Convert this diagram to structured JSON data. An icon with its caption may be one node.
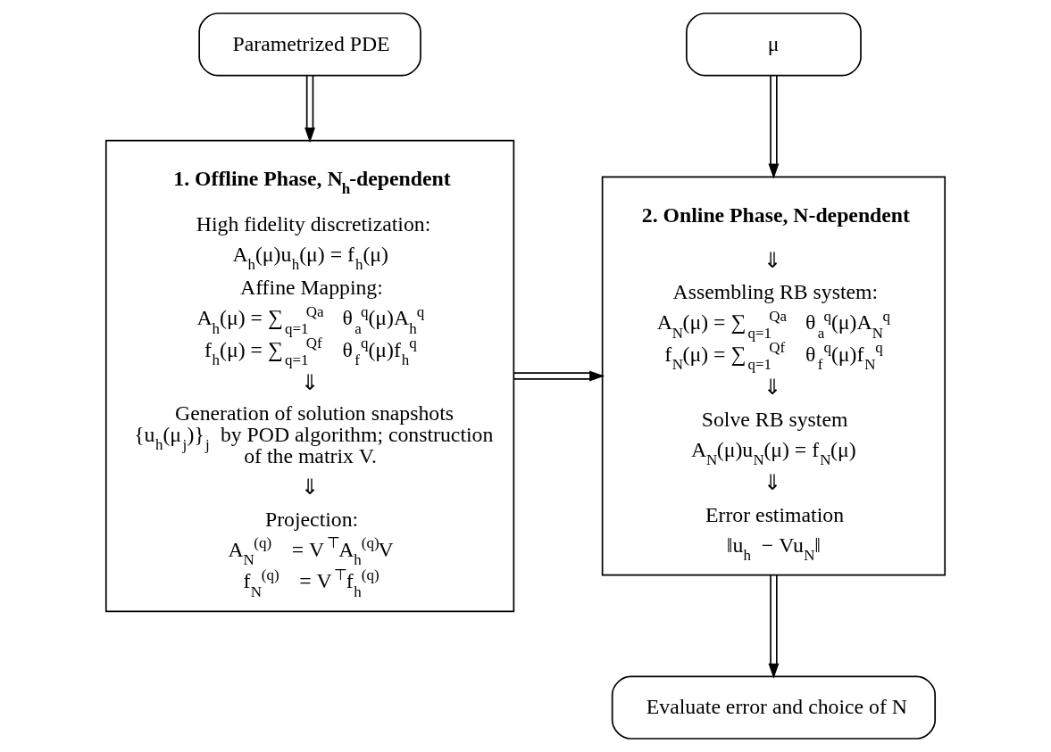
{
  "diagram": {
    "nodes": [
      {
        "text": [
          "Parametrized PDE"
        ]
      },
      {
        "text": [
          "μ"
        ]
      },
      {
        "text": [
          "1. Offline Phase, N$_{h}$-dependent",
          "High fidelity discretization:",
          "A$_{h}$(μ)u$_{h}$(μ) = f$_{h}$(μ)",
          "Affine Mapping:",
          "A$_{h}$(μ) = ∑$_{q=1}$$^{Qa}$ θ$_{a}$$^{q}$(μ)A$_{h}$$^{q}$",
          "f$_{h}$(μ) = ∑$_{q=1}$$^{Qf}$ θ$_{f}$$^{q}$(μ)f$_{h}$$^{q}$",
          "⇓",
          "Generation of solution snapshots {u$_{h}$(μ$_{j}$)}$_{j}$ by POD algorithm; construction of the matrix V.",
          "⇓",
          "Projection:",
          "A$_{N}$$^{(q)}$ = V$^{⊤}$A$_{h}$$^{(q)}$V",
          "f$_{N}$$^{(q)}$ = V$^{⊤}$f$_{h}$$^{(q)}$"
        ]
      },
      {
        "text": [
          "2. Online Phase, N-dependent",
          "⇓",
          "Assembling RB system:",
          "A$_{N}$(μ) = ∑$_{q=1}$$^{Qa}$ θ$_{a}$$^{q}$(μ)A$_{N}$$^{q}$",
          "f$_{N}$(μ) = ∑$_{q=1}$$^{Qf}$ θ$_{f}$$^{q}$(μ)f$_{N}$$^{q}$",
          "⇓",
          "Solve RB system",
          "A$_{N}$(μ)u$_{N}$(μ) = f$_{N}$(μ)",
          "⇓",
          "Error estimation",
          "‖u$_{h}$ − Vu$_{N}$‖"
        ]
      },
      {
        "text": [
          "Evaluate error and choice of N"
        ]
      }
    ],
    "edges": [
      {
        "from": 0,
        "to": 2,
        "arrow": "to"
      },
      {
        "from": 1,
        "to": 3,
        "arrow": "to"
      },
      {
        "from": 2,
        "to": 3,
        "arrow": "to"
      },
      {
        "from": 3,
        "to": 4,
        "arrow": "to"
      }
    ]
  }
}
